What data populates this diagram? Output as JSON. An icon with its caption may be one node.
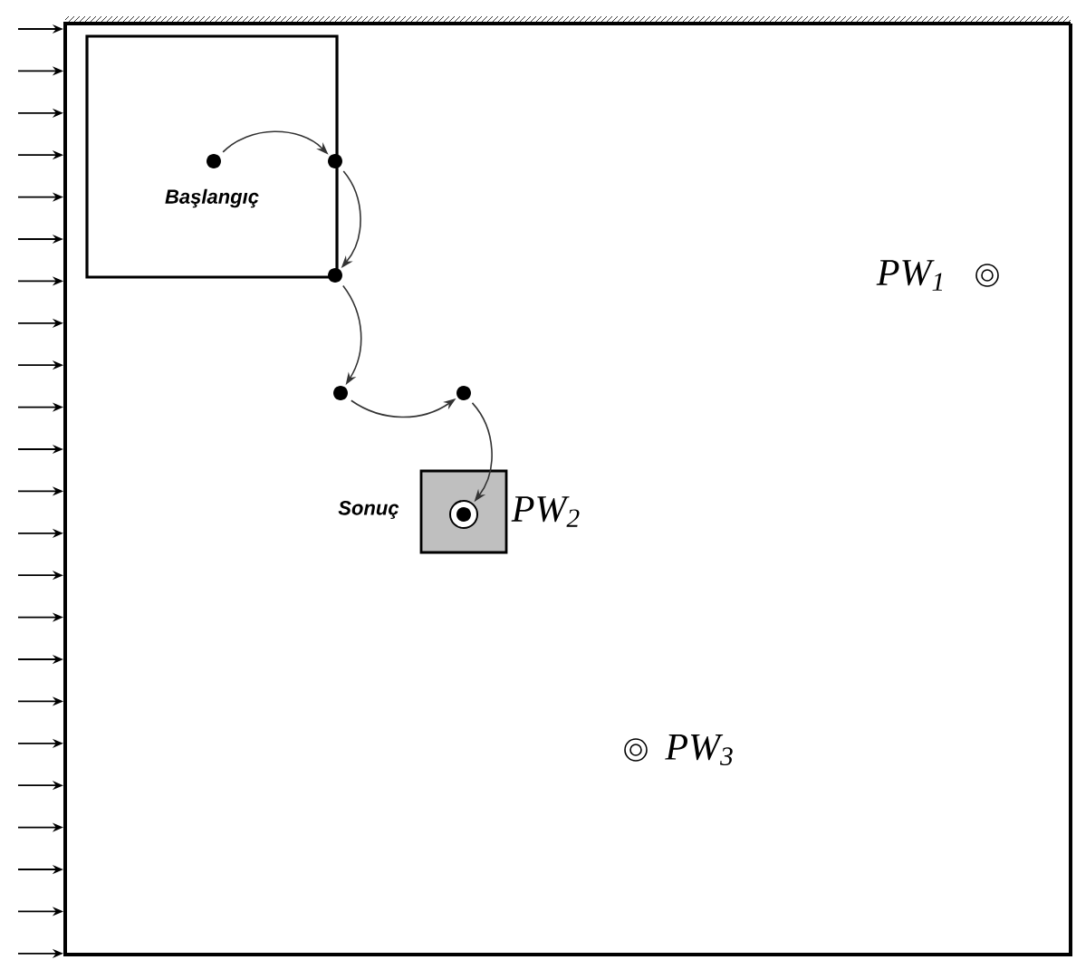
{
  "diagram": {
    "nodes": [
      {
        "text": [
          "Başlangıç"
        ]
      },
      {
        "text": [],
        "shape": "circle",
        "in": 0
      },
      {
        "text": [],
        "shape": "circle"
      },
      {
        "text": [],
        "shape": "circle"
      },
      {
        "text": [],
        "shape": "circle"
      },
      {
        "text": [],
        "shape": "circle"
      },
      {
        "text": [
          "Sonuç"
        ],
        "beside": [
          "PW$_{2}$"
        ]
      },
      {
        "text": [],
        "shape": "circle",
        "in": 6
      }
    ],
    "edges": [
      {
        "from": 1,
        "to": 2,
        "arrow": "to"
      },
      {
        "from": 2,
        "to": 3,
        "arrow": "to"
      },
      {
        "from": 3,
        "to": 4,
        "arrow": "to"
      },
      {
        "from": 4,
        "to": 5,
        "arrow": "to"
      },
      {
        "from": 5,
        "to": 7,
        "arrow": "to"
      }
    ],
    "labels": [
      "PW$_{1}$",
      "PW$_{3}$"
    ]
  }
}
